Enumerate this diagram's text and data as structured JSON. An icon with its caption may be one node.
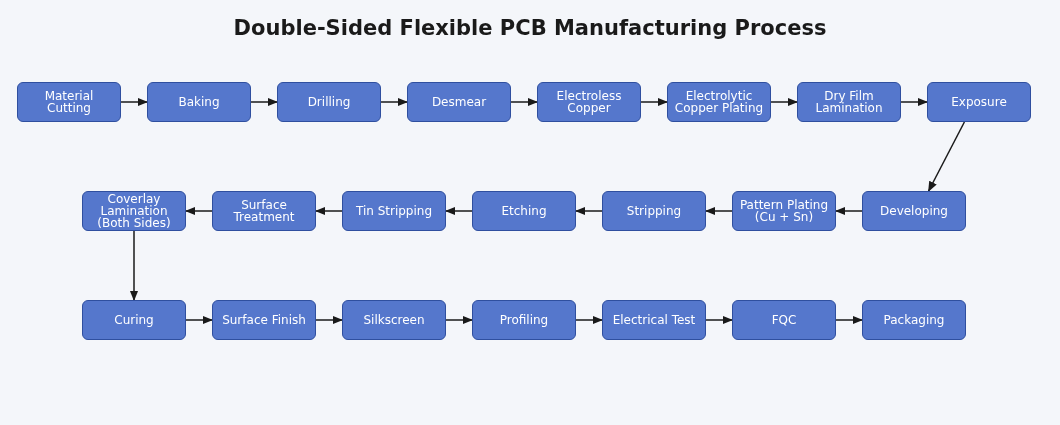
{
  "diagram": {
    "title": "Double-Sided Flexible PCB Manufacturing Process",
    "nodes": [
      {
        "text": [
          "Material Cutting"
        ]
      },
      {
        "text": [
          "Baking"
        ]
      },
      {
        "text": [
          "Drilling"
        ]
      },
      {
        "text": [
          "Desmear"
        ]
      },
      {
        "text": [
          "Electroless Copper"
        ]
      },
      {
        "text": [
          "Electrolytic Copper Plating"
        ]
      },
      {
        "text": [
          "Dry Film Lamination"
        ]
      },
      {
        "text": [
          "Exposure"
        ]
      },
      {
        "text": [
          "Developing"
        ]
      },
      {
        "text": [
          "Pattern Plating (Cu + Sn)"
        ]
      },
      {
        "text": [
          "Stripping"
        ]
      },
      {
        "text": [
          "Etching"
        ]
      },
      {
        "text": [
          "Tin Stripping"
        ]
      },
      {
        "text": [
          "Surface Treatment"
        ]
      },
      {
        "text": [
          "Coverlay Lamination (Both Sides)"
        ]
      },
      {
        "text": [
          "Curing"
        ]
      },
      {
        "text": [
          "Surface Finish"
        ]
      },
      {
        "text": [
          "Silkscreen"
        ]
      },
      {
        "text": [
          "Profiling"
        ]
      },
      {
        "text": [
          "Electrical Test"
        ]
      },
      {
        "text": [
          "FQC"
        ]
      },
      {
        "text": [
          "Packaging"
        ]
      }
    ],
    "edges": [
      {
        "from": 0,
        "to": 1,
        "arrow": "to"
      },
      {
        "from": 1,
        "to": 2,
        "arrow": "to"
      },
      {
        "from": 2,
        "to": 3,
        "arrow": "to"
      },
      {
        "from": 3,
        "to": 4,
        "arrow": "to"
      },
      {
        "from": 4,
        "to": 5,
        "arrow": "to"
      },
      {
        "from": 5,
        "to": 6,
        "arrow": "to"
      },
      {
        "from": 6,
        "to": 7,
        "arrow": "to"
      },
      {
        "from": 7,
        "to": 8,
        "arrow": "to"
      },
      {
        "from": 8,
        "to": 9,
        "arrow": "to"
      },
      {
        "from": 9,
        "to": 10,
        "arrow": "to"
      },
      {
        "from": 10,
        "to": 11,
        "arrow": "to"
      },
      {
        "from": 11,
        "to": 12,
        "arrow": "to"
      },
      {
        "from": 12,
        "to": 13,
        "arrow": "to"
      },
      {
        "from": 13,
        "to": 14,
        "arrow": "to"
      },
      {
        "from": 14,
        "to": 15,
        "arrow": "to"
      },
      {
        "from": 15,
        "to": 16,
        "arrow": "to"
      },
      {
        "from": 16,
        "to": 17,
        "arrow": "to"
      },
      {
        "from": 17,
        "to": 18,
        "arrow": "to"
      },
      {
        "from": 18,
        "to": 19,
        "arrow": "to"
      },
      {
        "from": 19,
        "to": 20,
        "arrow": "to"
      },
      {
        "from": 20,
        "to": 21,
        "arrow": "to"
      }
    ]
  }
}
